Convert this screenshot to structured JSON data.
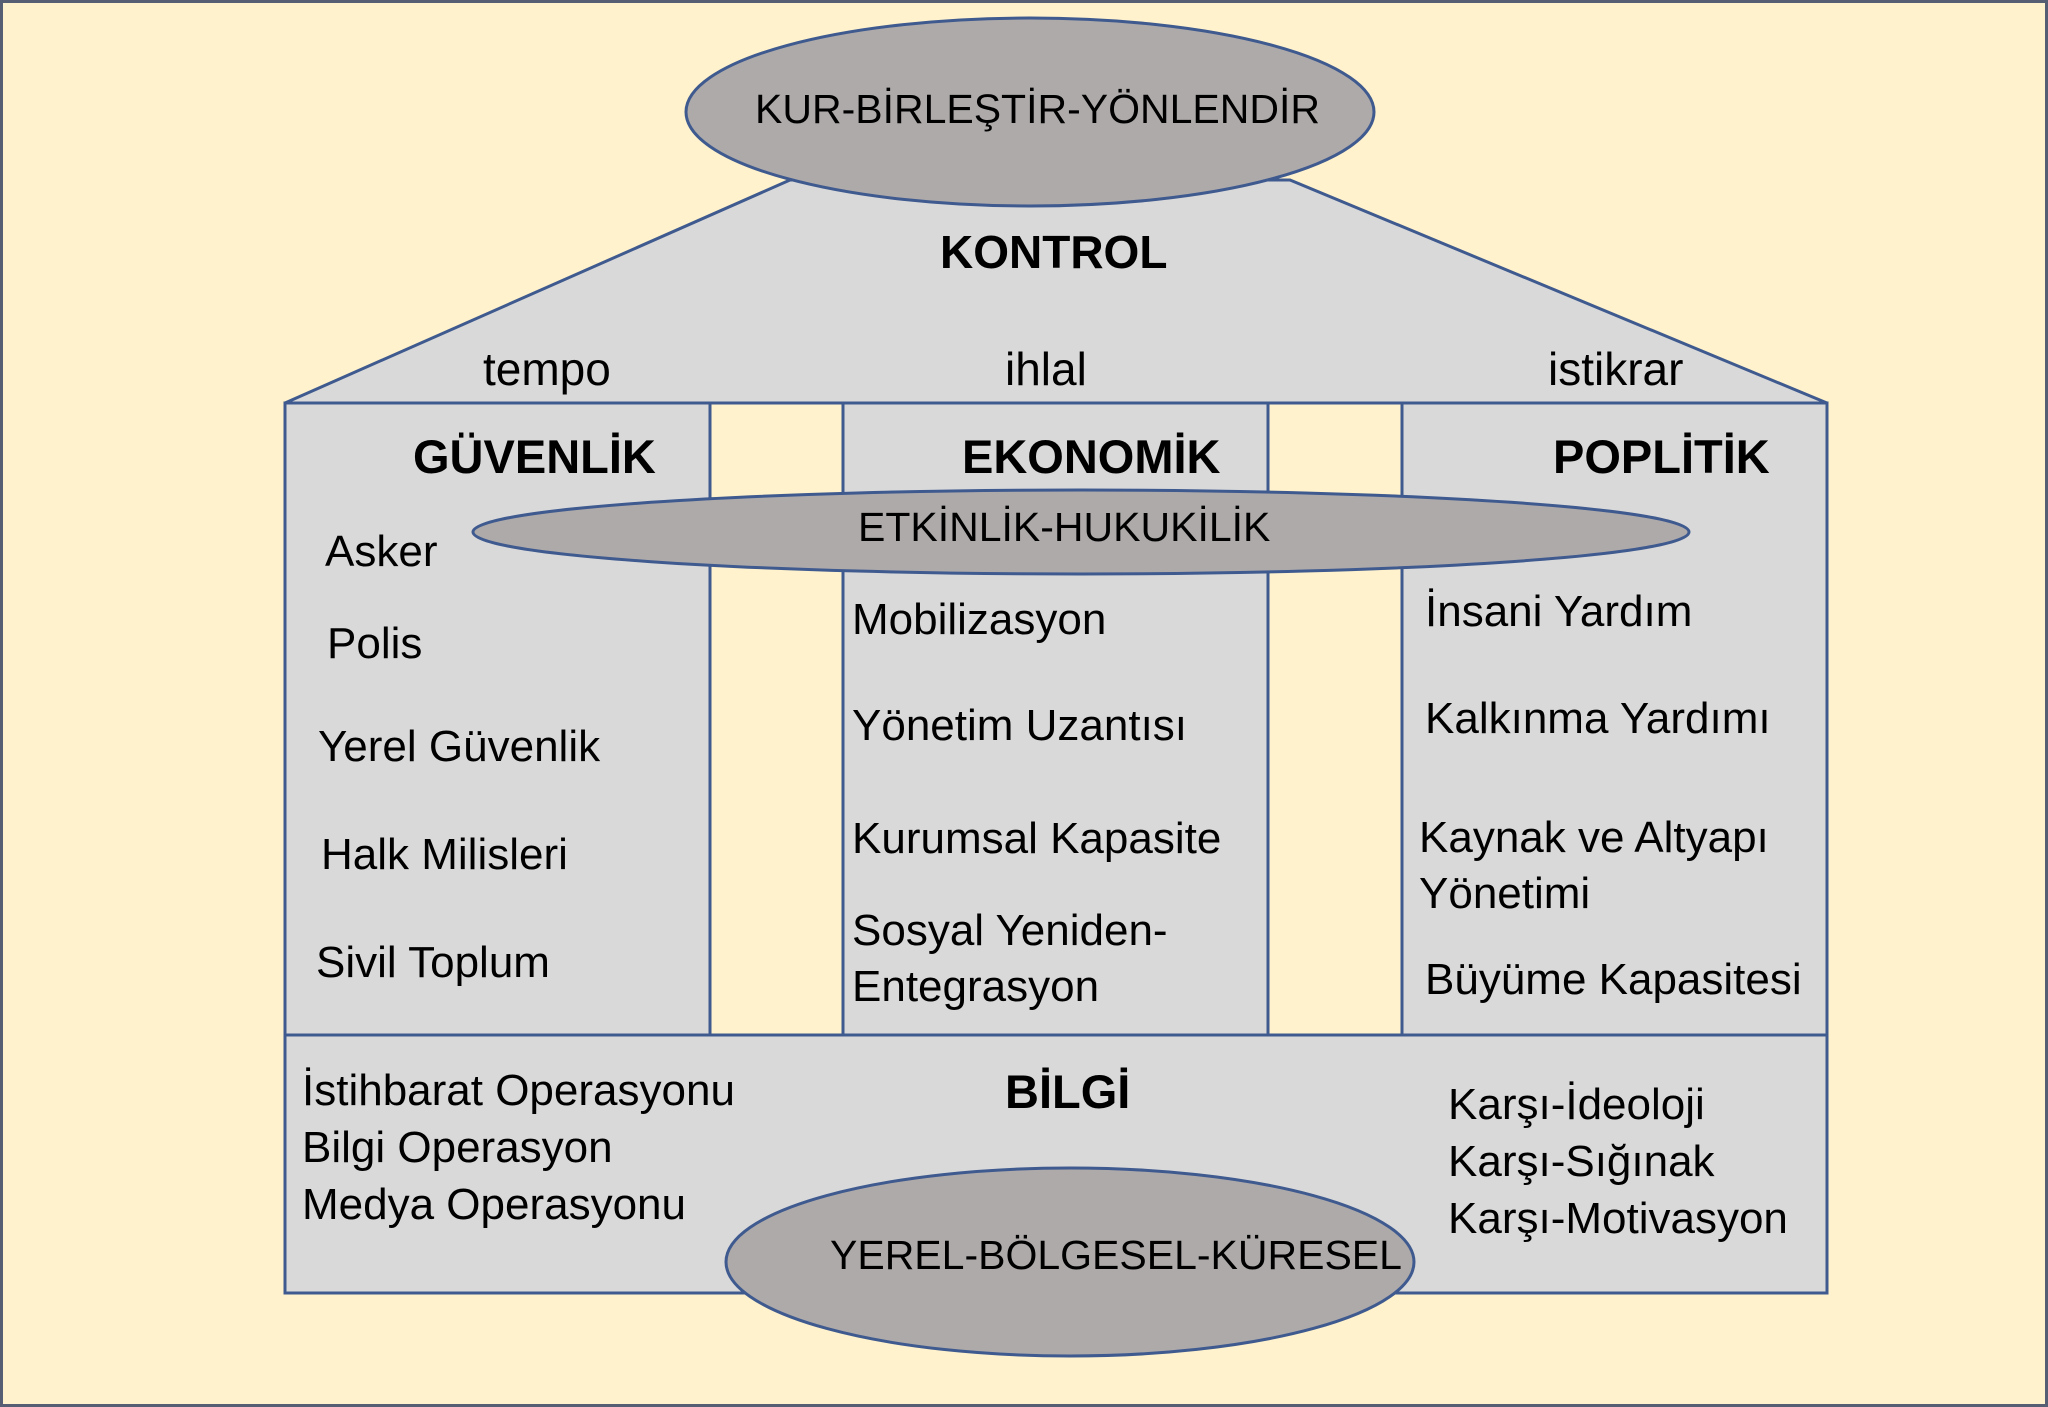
{
  "colors": {
    "background": "#fff2cc",
    "structure_fill": "#d9d9d9",
    "oval_fill": "#aeaaaa",
    "stroke": "#3f5a8f"
  },
  "top_oval": "KUR-BİRLEŞTİR-YÖNLENDİR",
  "roof": {
    "title": "KONTROL",
    "labels": [
      "tempo",
      "ihlal",
      "istikrar"
    ]
  },
  "middle_oval": "ETKİNLİK-HUKUKİLİK",
  "pillars": [
    {
      "header": "GÜVENLİK",
      "items": [
        "Asker",
        "Polis",
        "Yerel Güvenlik",
        "Halk Milisleri",
        "Sivil Toplum"
      ]
    },
    {
      "header": "EKONOMİK",
      "items": [
        "Mobilizasyon",
        "Yönetim Uzantısı",
        "Kurumsal Kapasite",
        "Sosyal Yeniden-\nEntegrasyon"
      ]
    },
    {
      "header": "POPLİTİK",
      "items": [
        "İnsani Yardım",
        "Kalkınma Yardımı",
        "Kaynak ve Altyapı\nYönetimi",
        "Büyüme Kapasitesi"
      ]
    }
  ],
  "base": {
    "title": "BİLGİ",
    "left_items": [
      "İstihbarat Operasyonu",
      "Bilgi Operasyon",
      "Medya Operasyonu"
    ],
    "right_items": [
      "Karşı-İdeoloji",
      "Karşı-Sığınak",
      "Karşı-Motivasyon"
    ]
  },
  "bottom_oval": "YEREL-BÖLGESEL-KÜRESEL"
}
